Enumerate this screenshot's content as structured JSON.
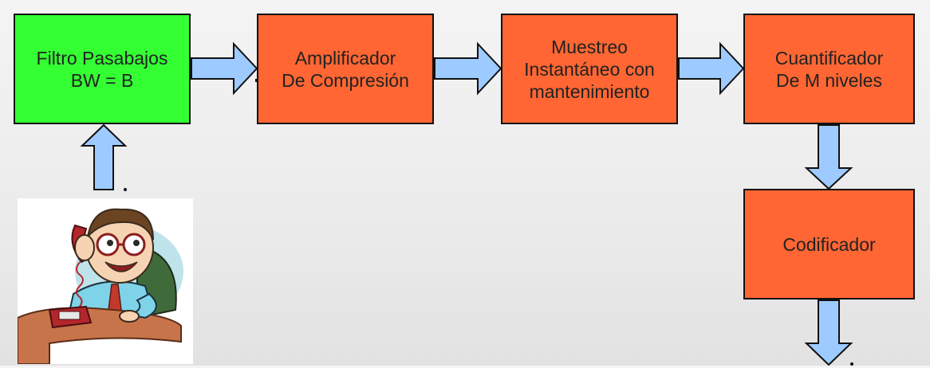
{
  "blocks": {
    "lowpass_filter": {
      "label": "Filtro Pasabajos\nBW = B",
      "color": "#33ff33"
    },
    "compression_amplifier": {
      "label": "Amplificador\nDe Compresión",
      "color": "#ff6633"
    },
    "sample_and_hold": {
      "label": "Muestreo\nInstantáneo con\nmantenimiento",
      "color": "#ff6633"
    },
    "quantizer": {
      "label": "Cuantificador\nDe M niveles",
      "color": "#ff6633"
    },
    "encoder": {
      "label": "Codificador",
      "color": "#ff6633"
    }
  },
  "arrow_color": "#9ecbff",
  "illustration": {
    "icon": "person-on-telephone-icon"
  }
}
